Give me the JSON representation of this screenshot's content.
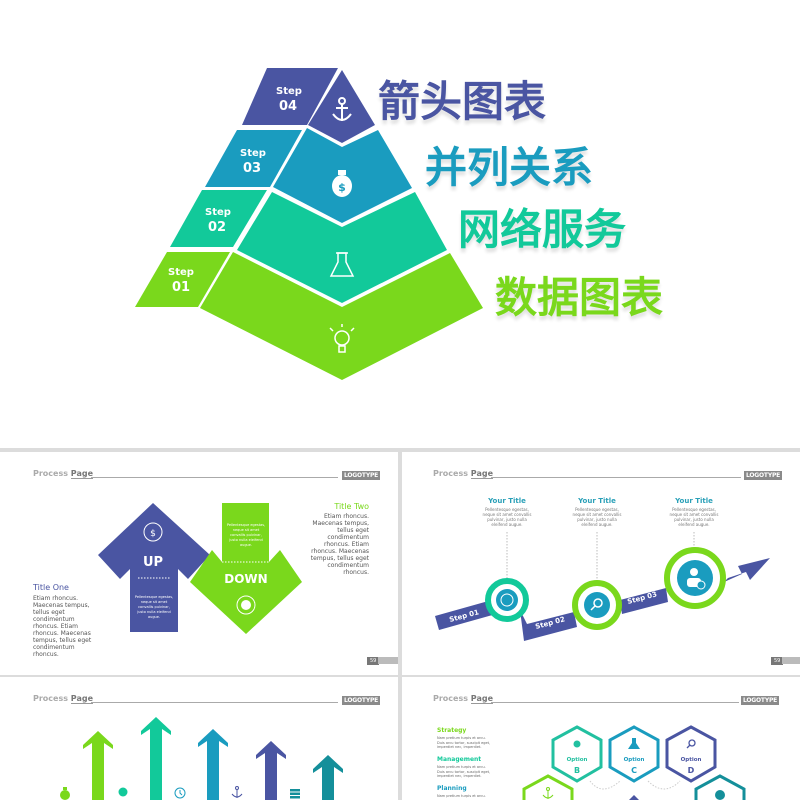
{
  "colors": {
    "purple": "#4a55a2",
    "blue": "#1a9cbf",
    "teal": "#12c99a",
    "green": "#7ad81c",
    "darkteal": "#148f9a"
  },
  "hero": {
    "steps": [
      {
        "label": "Step",
        "num": "04",
        "icon": "anchor-icon"
      },
      {
        "label": "Step",
        "num": "03",
        "icon": "money-bag-icon"
      },
      {
        "label": "Step",
        "num": "02",
        "icon": "flask-icon"
      },
      {
        "label": "Step",
        "num": "01",
        "icon": "lightbulb-icon"
      }
    ],
    "headlines": [
      "箭头图表",
      "并列关系",
      "网络服务",
      "数据图表"
    ]
  },
  "header": {
    "process": "Process",
    "page": "Page",
    "logo": "LOGOTYPE",
    "page_number": "59"
  },
  "slide1": {
    "up": "UP",
    "down": "DOWN",
    "arrow_text": "Pellentesque egestas, neque sit amet convallis pulvinar, justo nulla eleifend augue.",
    "title_one": "Title One",
    "title_two": "Title Two",
    "body": "Etiam rhoncus. Maecenas tempus, tellus eget condimentum rhoncus. Etiam rhoncus. Maecenas tempus, tellus eget condimentum rhoncus."
  },
  "slide2": {
    "items": [
      {
        "title": "Your Title",
        "text": "Pellentesque egestas, neque sit amet convallis pulvinar, justo nulla eleifend augue.",
        "step": "Step 01",
        "icon": "clock-icon"
      },
      {
        "title": "Your Title",
        "text": "Pellentesque egestas, neque sit amet convallis pulvinar, justo nulla eleifend augue.",
        "step": "Step 02",
        "icon": "search-icon"
      },
      {
        "title": "Your Title",
        "text": "Pellentesque egestas, neque sit amet convallis pulvinar, justo nulla eleifend augue.",
        "step": "Step 03",
        "icon": "user-dollar-icon"
      }
    ]
  },
  "slide3": {
    "icons": [
      "money-bag-icon",
      "lightbulb-icon",
      "clock-icon",
      "anchor-icon",
      "database-icon"
    ]
  },
  "slide4": {
    "list": [
      {
        "title": "Strategy",
        "text": "Nam pretium turpis et arcu. Duis arcu tortor, suscipit eget, imperdiet nec, imperdiet."
      },
      {
        "title": "Management",
        "text": "Nam pretium turpis et arcu. Duis arcu tortor, suscipit eget, imperdiet nec, imperdiet."
      },
      {
        "title": "Planning",
        "text": "Nam pretium turpis et arcu."
      }
    ],
    "options": [
      {
        "label": "Option",
        "letter": "B",
        "icon": "lightbulb-icon"
      },
      {
        "label": "Option",
        "letter": "C",
        "icon": "flask-icon"
      },
      {
        "label": "Option",
        "letter": "D",
        "icon": "search-icon"
      }
    ]
  }
}
